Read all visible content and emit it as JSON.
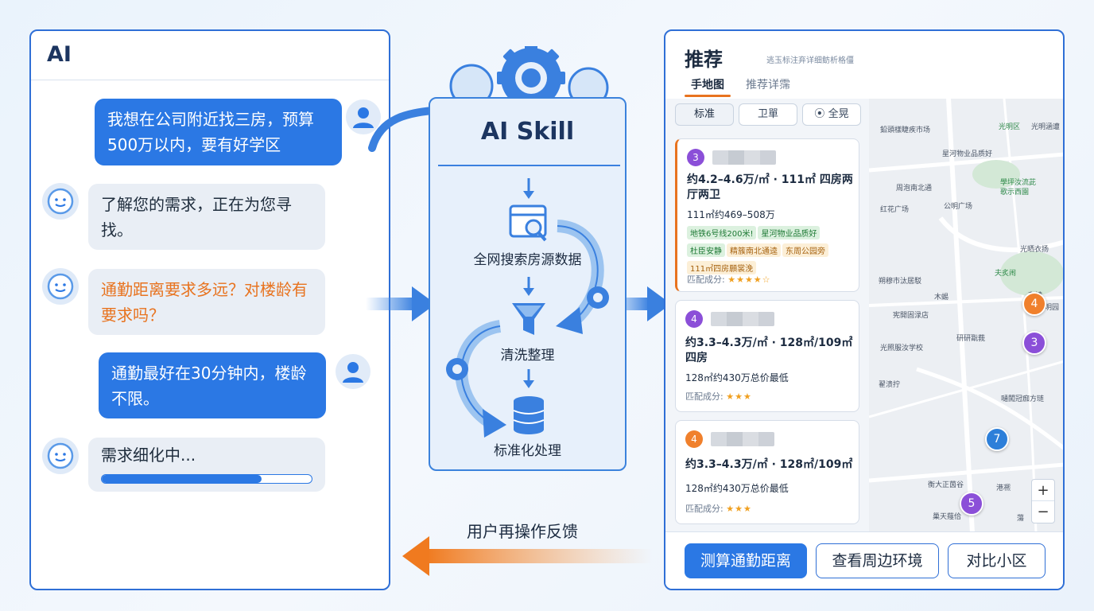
{
  "colors": {
    "primary": "#2b78e4",
    "accent_orange": "#e8731f",
    "panel_border": "#2f6fd6",
    "marker_purple": "#8b4fd8",
    "marker_orange": "#f0802c",
    "marker_blue": "#2d7fd9"
  },
  "chat": {
    "title": "AI",
    "messages": [
      {
        "role": "user",
        "text": "我想在公司附近找三房，预算500万以内，要有好学区"
      },
      {
        "role": "bot",
        "text": "了解您的需求，正在为您寻找。"
      },
      {
        "role": "bot",
        "text": "通勤距离要求多远？对楼龄有要求吗？"
      },
      {
        "role": "user",
        "text": "通勤最好在30分钟内，楼龄不限。"
      },
      {
        "role": "bot",
        "text": "需求细化中..."
      }
    ],
    "progress": 0.76
  },
  "skill": {
    "title": "AI Skill",
    "steps": [
      "全网搜索房源数据",
      "清洗整理",
      "标准化处理"
    ]
  },
  "feedback": {
    "label": "用户再操作反馈"
  },
  "recommend": {
    "title": "推荐",
    "subtitle": "逃玉标注弃详细鲂析格僵",
    "tabs": [
      "手地图",
      "推荐详霈"
    ],
    "filters": [
      "标准",
      "卫單",
      "全晃"
    ],
    "cards": [
      {
        "badge": "3",
        "badge_color": "#8b4fd8",
        "price": "约4.2–4.6万/㎡ · 111㎡ 四房两厅两卫",
        "detail": "111㎡约469–508万",
        "tags_green": [
          "地铁6号线200米!",
          "星河物业品质好",
          "杜臣安静"
        ],
        "tags_orange": [
          "精簇南北通逵",
          "东周公园旁",
          "111㎡四房願裳浼"
        ],
        "rating_label": "匹配成分:",
        "stars": "★★★★☆"
      },
      {
        "badge": "4",
        "badge_color": "#8b4fd8",
        "price": "约3.3–4.3万/㎡ · 128㎡/109㎡ 四房",
        "detail": "128㎡约430万总价最低",
        "rating_label": "匹配成分:",
        "stars": "★★★"
      },
      {
        "badge": "4",
        "badge_color": "#f0802c",
        "price": "约3.3–4.3万/㎡ · 128㎡/109㎡",
        "detail": "128㎡约430万总价最低",
        "rating_label": "匹配成分:",
        "stars": "★★★"
      }
    ],
    "map": {
      "labels": [
        "鉛頭樣睫疾市场",
        "光明区",
        "光明涵遭",
        "星河物业品质好",
        "周泡南北通",
        "學坪汝流茈",
        "歌示西園",
        "红花广场",
        "公明广场",
        "光晒衣扬",
        "朔穆市汰居駁",
        "夫炙闹",
        "木蜴",
        "东靖",
        "宪明园",
        "宪開固渌店",
        "研研翫莪",
        "光照服汝学校",
        "嗵闖冠痂方琏",
        "翟溃拧",
        "衡大正茵谷",
        "港凞",
        "巢天薤佮",
        "蕩"
      ],
      "markers": [
        "4",
        "3",
        "7",
        "5"
      ],
      "zoom_in": "+",
      "zoom_out": "−"
    },
    "actions": [
      "测算通勤距离",
      "查看周边环境",
      "对比小区"
    ]
  }
}
